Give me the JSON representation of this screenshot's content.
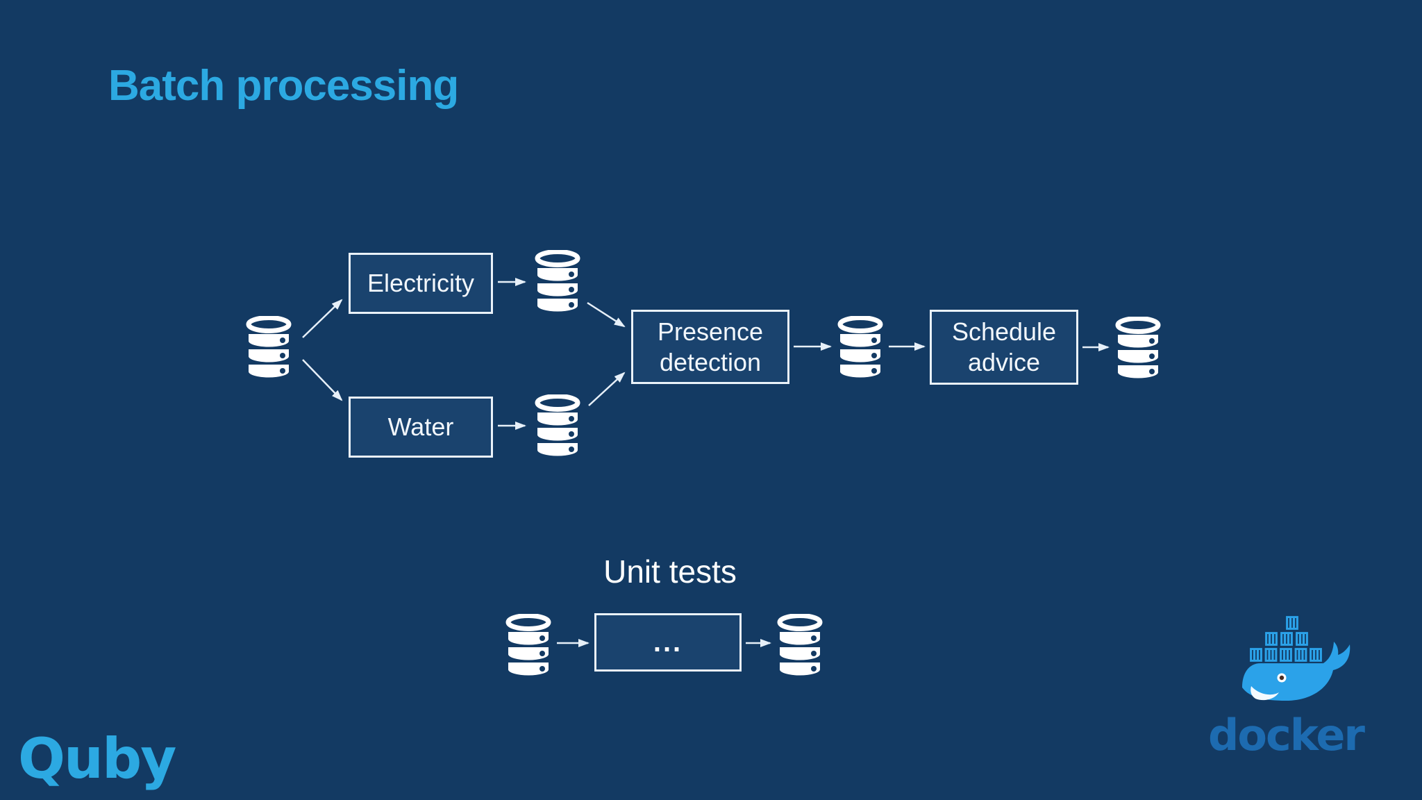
{
  "slide": {
    "title": "Batch processing"
  },
  "pipeline": {
    "electricity_label": "Electricity",
    "water_label": "Water",
    "presence_label": "Presence detection",
    "schedule_label": "Schedule advice"
  },
  "unit_tests": {
    "heading": "Unit tests",
    "box_label": "..."
  },
  "branding": {
    "quby_logo_text": "Quby",
    "docker_logo_text": "docker"
  },
  "icons": {
    "database": "database-icon (white cylinder stack, 3 bands with dark dots)",
    "docker": "docker-whale-icon (whale carrying containers)",
    "arrow": "thin light arrow with triangular head"
  },
  "colors": {
    "background": "#133A63",
    "accent_blue": "#2CA9E2",
    "box_fill": "#1A436E",
    "box_border": "#EAF2FA",
    "arrow": "#E7F0F9",
    "text": "#F2F7FC",
    "docker_whale_blue": "#2BA2E9",
    "docker_text_blue": "#1D6BB0"
  }
}
